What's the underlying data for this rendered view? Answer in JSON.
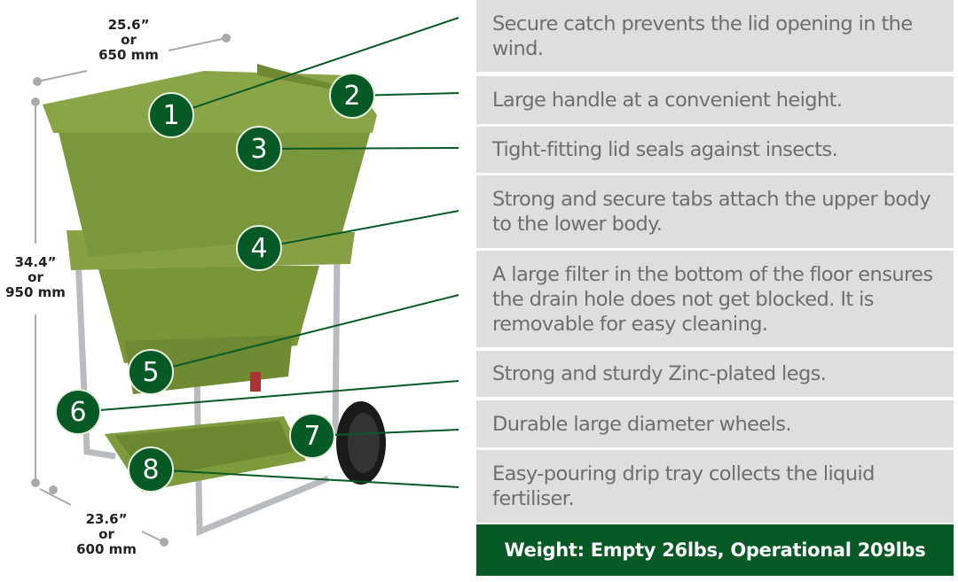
{
  "dimensions": {
    "width": {
      "in": "25.6”",
      "or": "or",
      "mm": "650 mm"
    },
    "height": {
      "in": "34.4”",
      "or": "or",
      "mm": "950 mm"
    },
    "depth": {
      "in": "23.6”",
      "or": "or",
      "mm": "600 mm"
    }
  },
  "features": [
    {
      "number": "1",
      "text": "Secure catch prevents the lid opening in the wind."
    },
    {
      "number": "2",
      "text": "Large handle at a convenient height."
    },
    {
      "number": "3",
      "text": "Tight-fitting lid seals against insects."
    },
    {
      "number": "4",
      "text": "Strong and secure tabs attach the upper body to the lower body."
    },
    {
      "number": "5",
      "text": "A large filter in the bottom of the floor ensures the drain hole does not get blocked. It is removable for easy cleaning."
    },
    {
      "number": "6",
      "text": "Strong and sturdy Zinc-plated legs."
    },
    {
      "number": "7",
      "text": "Durable large diameter wheels."
    },
    {
      "number": "8",
      "text": "Easy-pouring drip tray collects the liquid fertiliser."
    }
  ],
  "weight": "Weight: Empty 26lbs, Operational 209lbs",
  "colors": {
    "accent": "#075a25",
    "bin": "#7d9a3c",
    "panel": "#dedede"
  }
}
